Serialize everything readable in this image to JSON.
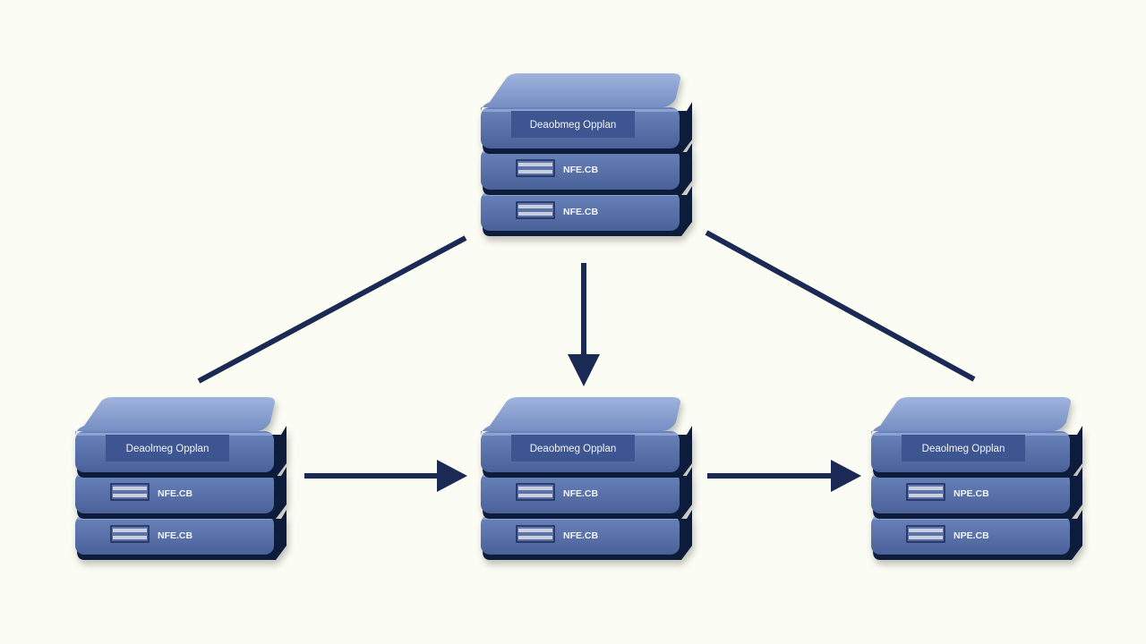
{
  "colors": {
    "background": "#fbfcf3",
    "arrow": "#1b2a55",
    "box_face": "#5670a6",
    "box_top": "#8aa0cf",
    "box_shadow": "#101a3a",
    "label_panel": "#3e5590",
    "slot_bar": "#c9cfdd"
  },
  "nodes": [
    {
      "id": "top-server",
      "title": "Deaobmeg Opplan",
      "drives": [
        "NFE.CB",
        "NFE.CB"
      ]
    },
    {
      "id": "left-server",
      "title": "Deaolmeg Opplan",
      "drives": [
        "NFE.CB",
        "NFE.CB"
      ]
    },
    {
      "id": "center-server",
      "title": "Deaobmeg Opplan",
      "drives": [
        "NFE.CB",
        "NFE.CB"
      ]
    },
    {
      "id": "right-server",
      "title": "Deaolmeg Opplan",
      "drives": [
        "NPE.CB",
        "NPE.CB"
      ]
    }
  ],
  "connections": [
    {
      "from": "top-server",
      "to": "left-server",
      "arrowhead": false
    },
    {
      "from": "top-server",
      "to": "center-server",
      "arrowhead": true
    },
    {
      "from": "top-server",
      "to": "right-server",
      "arrowhead": false
    },
    {
      "from": "left-server",
      "to": "center-server",
      "arrowhead": true
    },
    {
      "from": "center-server",
      "to": "right-server",
      "arrowhead": true
    }
  ]
}
